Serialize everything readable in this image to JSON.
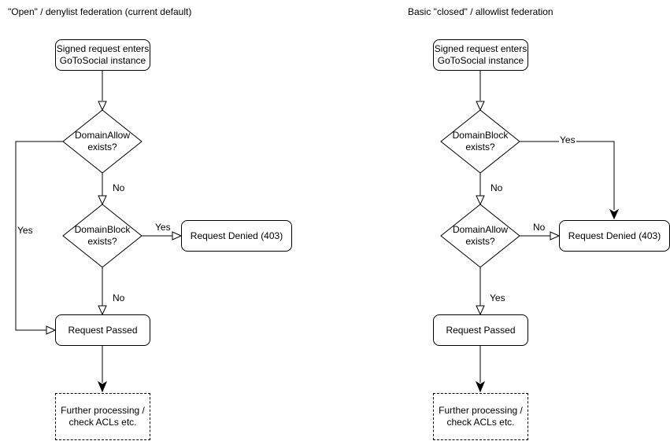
{
  "colors": {
    "background": "#ffffff",
    "stroke": "#000000",
    "text": "#000000"
  },
  "charts": [
    {
      "title": "\"Open\" / denylist federation (current default)",
      "nodes": {
        "start": "Signed request enters\nGoToSocial instance",
        "decision1": "DomainAllow\nexists?",
        "decision2": "DomainBlock\nexists?",
        "denied": "Request Denied (403)",
        "passed": "Request Passed",
        "further": "Further processing /\ncheck ACLs etc."
      },
      "edge_labels": {
        "decision1_yes": "Yes",
        "decision1_no": "No",
        "decision2_yes": "Yes",
        "decision2_no": "No"
      }
    },
    {
      "title": "Basic \"closed\" / allowlist federation",
      "nodes": {
        "start": "Signed request enters\nGoToSocial instance",
        "decision1": "DomainBlock\nexists?",
        "decision2": "DomainAllow\nexists?",
        "denied": "Request Denied (403)",
        "passed": "Request Passed",
        "further": "Further processing /\ncheck ACLs etc."
      },
      "edge_labels": {
        "decision1_yes": "Yes",
        "decision1_no": "No",
        "decision2_no": "No",
        "decision2_yes": "Yes"
      }
    }
  ]
}
